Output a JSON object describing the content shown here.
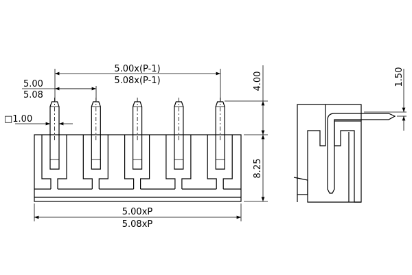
{
  "front_view": {
    "pitch_span_top": "5.00x(P-1)",
    "pitch_span_bottom": "5.08x(P-1)",
    "pitch_top": "5.00",
    "pitch_bottom": "5.08",
    "pin_square": "□1.00",
    "pin_height": "4.00",
    "body_height": "8.25",
    "length_top": "5.00xP",
    "length_bottom": "5.08xP",
    "pin_count_shown": 5
  },
  "side_view": {
    "pin_offset": "1.50"
  }
}
